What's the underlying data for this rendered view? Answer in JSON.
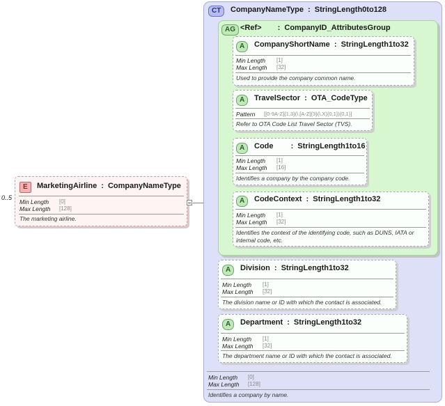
{
  "outer": {
    "occurs": "0..5",
    "badge": "E",
    "name": "MarketingAirline",
    "type": "CompanyNameType",
    "facets": [
      {
        "label": "Min Length",
        "value": "[0]"
      },
      {
        "label": "Max Length",
        "value": "[128]"
      }
    ],
    "doc": "The marketing airline."
  },
  "complex_type": {
    "badge": "CT",
    "name": "CompanyNameType",
    "type": "StringLength0to128",
    "facets": [
      {
        "label": "Min Length",
        "value": "[0]"
      },
      {
        "label": "Max Length",
        "value": "[128]"
      }
    ],
    "doc": "Identifies a company by name."
  },
  "attribute_group": {
    "badge": "AG",
    "ref": "<Ref>",
    "name": "CompanyID_AttributesGroup"
  },
  "attributes": [
    {
      "badge": "A",
      "name": "CompanyShortName",
      "type": "StringLength1to32",
      "facets": [
        {
          "label": "Min Length",
          "value": "[1]"
        },
        {
          "label": "Max Length",
          "value": "[32]"
        }
      ],
      "doc": "Used to provide the company common name."
    },
    {
      "badge": "A",
      "name": "TravelSector",
      "type": "OTA_CodeType",
      "facets": [
        {
          "label": "Pattern",
          "value": "[[0-9A-Z]{1,3}(\\.[A-Z]{3}(\\.X){0,1}){0,1}]"
        }
      ],
      "doc": "Refer to OTA Code List Travel Sector (TVS)."
    },
    {
      "badge": "A",
      "name": "Code",
      "type": "StringLength1to16",
      "facets": [
        {
          "label": "Min Length",
          "value": "[1]"
        },
        {
          "label": "Max Length",
          "value": "[16]"
        }
      ],
      "doc": "Identifies a company by the company code."
    },
    {
      "badge": "A",
      "name": "CodeContext",
      "type": "StringLength1to32",
      "facets": [
        {
          "label": "Min Length",
          "value": "[1]"
        },
        {
          "label": "Max Length",
          "value": "[32]"
        }
      ],
      "doc": "Identifies the context of the identifying code, such as DUNS, IATA or internal code, etc."
    },
    {
      "badge": "A",
      "name": "Division",
      "type": "StringLength1to32",
      "facets": [
        {
          "label": "Min Length",
          "value": "[1]"
        },
        {
          "label": "Max Length",
          "value": "[32]"
        }
      ],
      "doc": "The division name or ID with which the contact is associated."
    },
    {
      "badge": "A",
      "name": "Department",
      "type": "StringLength1to32",
      "facets": [
        {
          "label": "Min Length",
          "value": "[1]"
        },
        {
          "label": "Max Length",
          "value": "[32]"
        }
      ],
      "doc": "The department name or ID with which the contact is associated."
    }
  ],
  "separator": ":",
  "colors": {
    "element": "#f4b3b3",
    "attribute": "#bfe9b8",
    "complex_type": "#dde0f7",
    "attribute_group": "#d6f7cf"
  }
}
